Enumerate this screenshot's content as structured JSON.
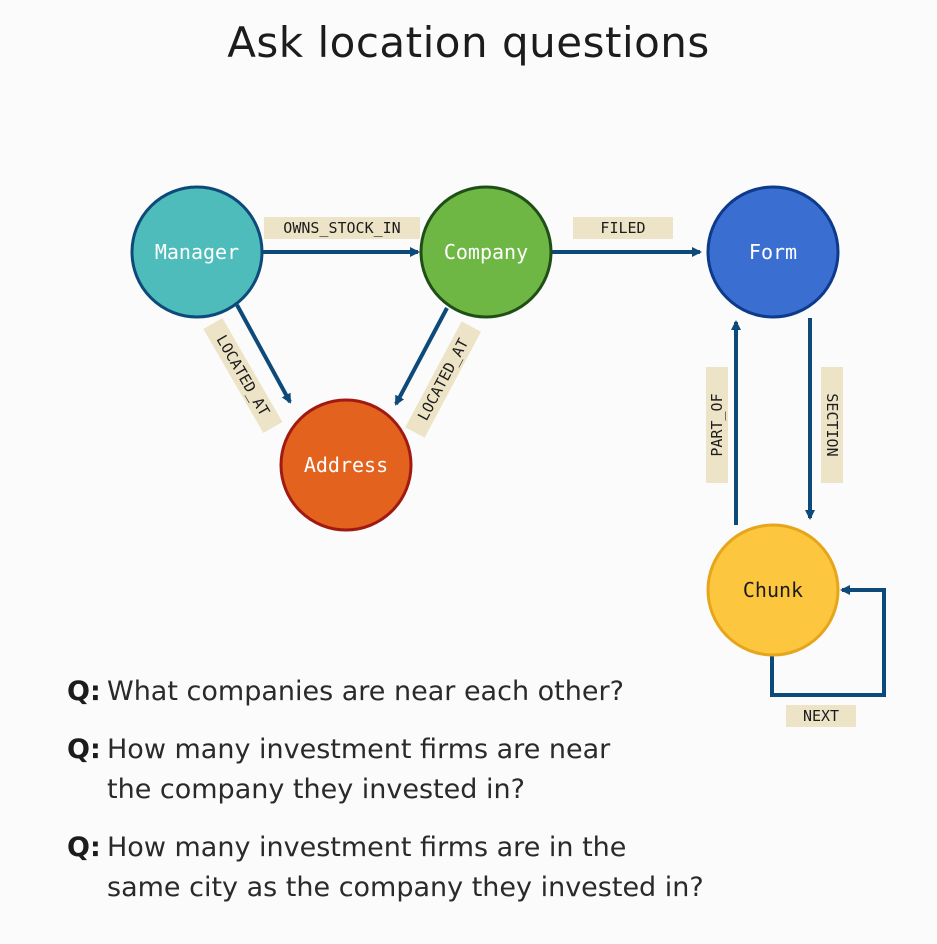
{
  "title": "Ask location questions",
  "nodes": {
    "manager": "Manager",
    "company": "Company",
    "form": "Form",
    "address": "Address",
    "chunk": "Chunk"
  },
  "edges": {
    "owns_stock_in": "OWNS_STOCK_IN",
    "filed": "FILED",
    "located_at_manager": "LOCATED_AT",
    "located_at_company": "LOCATED_AT",
    "part_of": "PART_OF",
    "section": "SECTION",
    "next": "NEXT"
  },
  "questions": [
    {
      "mark": "Q:",
      "lines": [
        "What companies are near each other?"
      ]
    },
    {
      "mark": "Q:",
      "lines": [
        "How many investment firms are near",
        "the company they invested in?"
      ]
    },
    {
      "mark": "Q:",
      "lines": [
        "How many investment firms are in the",
        "same city as the company they invested in?"
      ]
    }
  ],
  "colors": {
    "manager": "#4dbcbb",
    "company": "#6fb745",
    "form": "#3a6fd1",
    "address": "#e2621e",
    "chunk": "#fcc73f",
    "arrow": "#0d4a7a"
  }
}
